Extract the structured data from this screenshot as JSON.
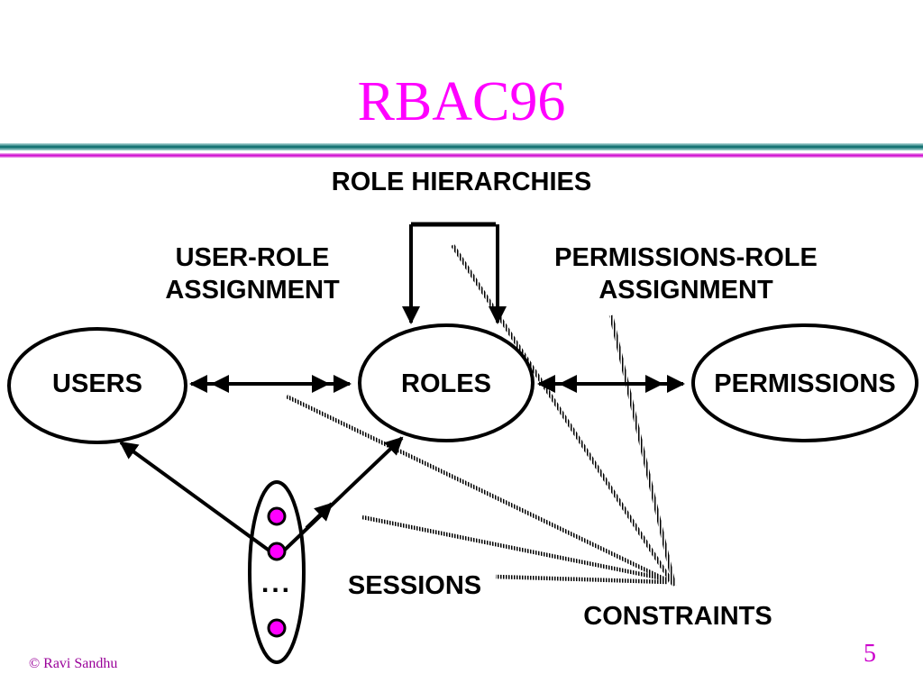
{
  "slide": {
    "title": "RBAC96",
    "footer": "© Ravi Sandhu",
    "page_number": "5"
  },
  "colors": {
    "title": "#ff00ff",
    "rule_teal": "#006666",
    "rule_magenta": "#cc00cc",
    "session_dot": "#ff00ff",
    "footer_text": "#990099",
    "page_number": "#cc00cc"
  },
  "diagram": {
    "role_hierarchies": "ROLE HIERARCHIES",
    "user_role_assignment": [
      "USER-ROLE",
      "ASSIGNMENT"
    ],
    "permissions_role_assignment": [
      "PERMISSIONS-ROLE",
      "ASSIGNMENT"
    ],
    "users": "USERS",
    "roles": "ROLES",
    "permissions": "PERMISSIONS",
    "sessions": "SESSIONS",
    "constraints": "CONSTRAINTS",
    "session_ellipsis": "..."
  }
}
